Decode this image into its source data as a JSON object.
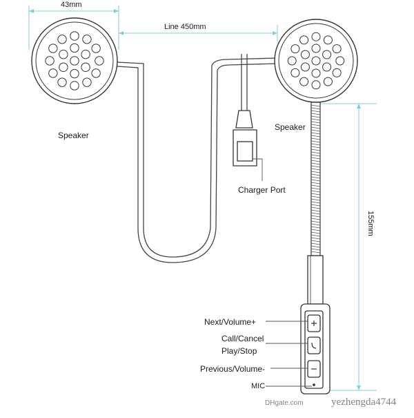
{
  "dimensions": {
    "speaker_width": "43mm",
    "line_length": "Line 450mm",
    "boom_length": "155mm"
  },
  "labels": {
    "speaker_left": "Speaker",
    "speaker_right": "Speaker",
    "charger_port": "Charger Port",
    "next_volume": "Next/Volume+",
    "call_cancel": "Call/Cancel",
    "play_stop": "Play/Stop",
    "previous_volume": "Previous/Volume-",
    "mic": "MIC"
  },
  "watermark": {
    "text": "yezhengda4744",
    "prefix": "DHgate.com"
  },
  "colors": {
    "dimension_line": "#7fd0dc",
    "outline": "#3a3a3a",
    "leader": "#555555"
  }
}
